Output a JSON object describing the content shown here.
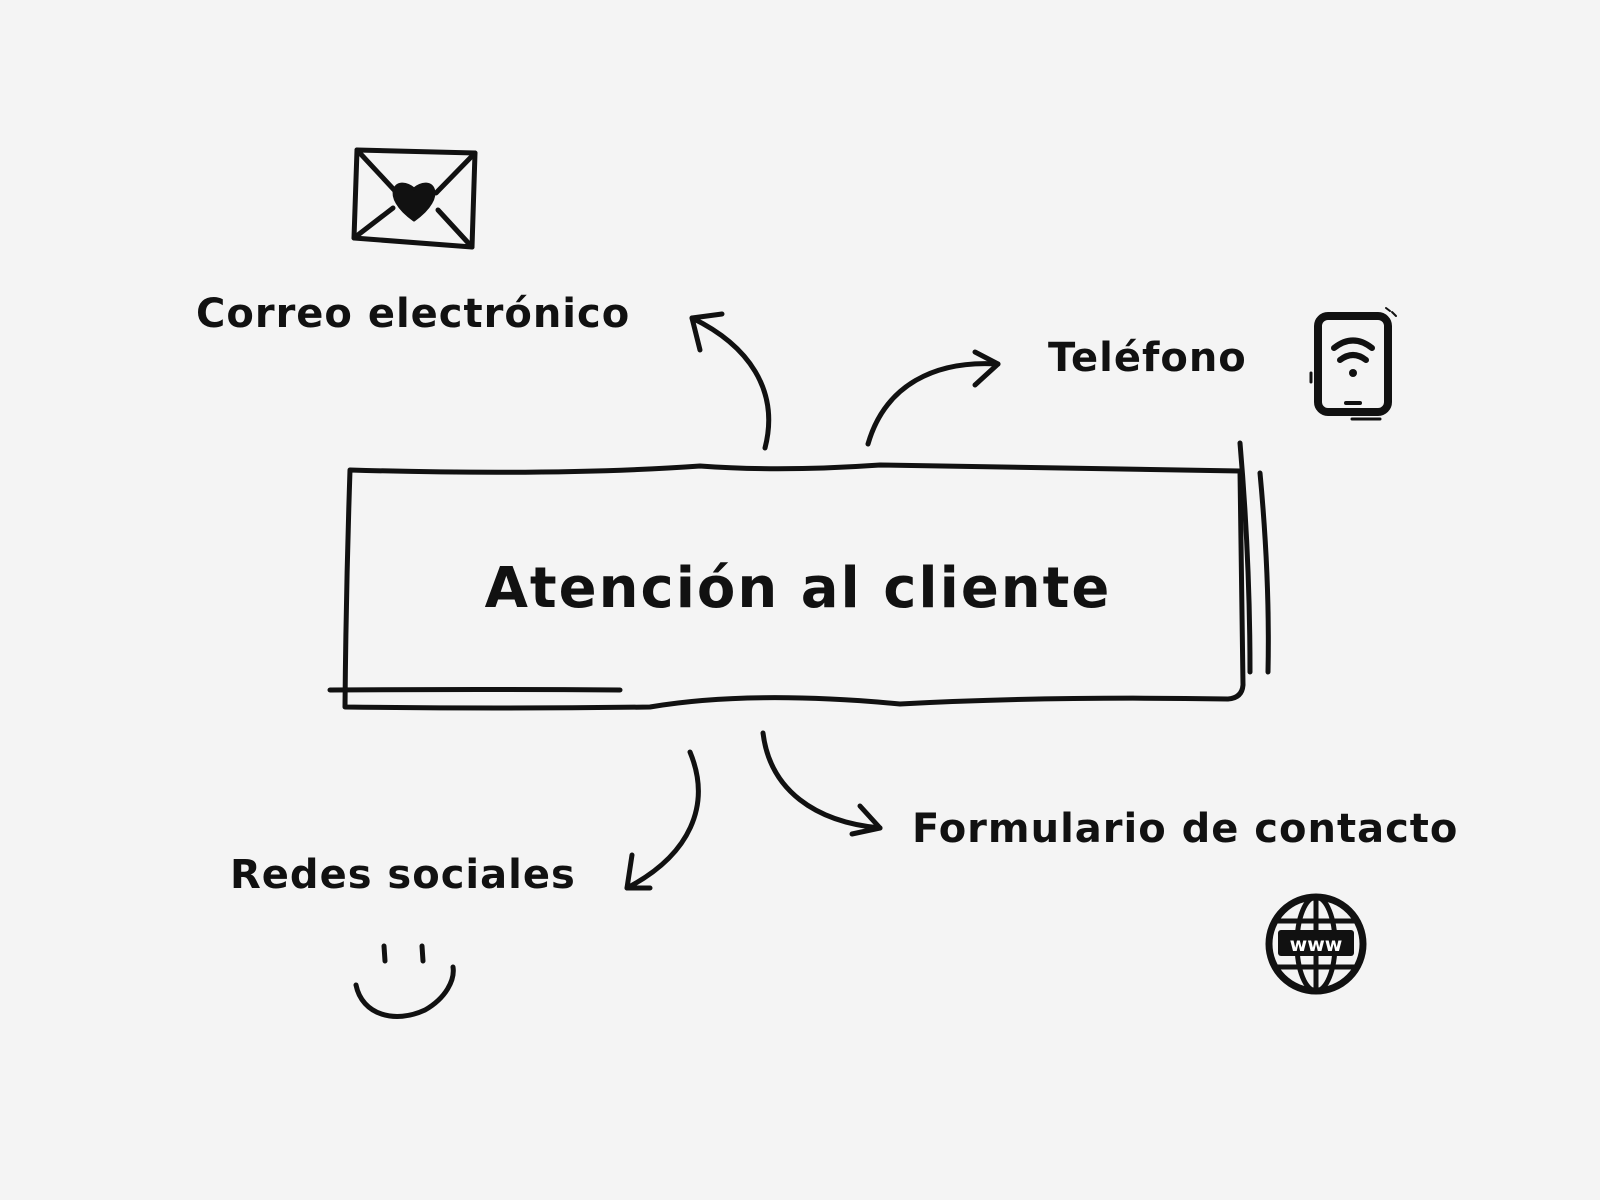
{
  "center": {
    "label": "Atención al cliente"
  },
  "channels": [
    {
      "id": "email",
      "label": "Correo electrónico",
      "icon": "envelope-heart-icon"
    },
    {
      "id": "phone",
      "label": "Teléfono",
      "icon": "phone-wifi-icon"
    },
    {
      "id": "social",
      "label": "Redes sociales",
      "icon": "smiley-icon"
    },
    {
      "id": "form",
      "label": "Formulario de contacto",
      "icon": "globe-www-icon"
    }
  ],
  "colors": {
    "background": "#f4f4f4",
    "ink": "#111111"
  }
}
